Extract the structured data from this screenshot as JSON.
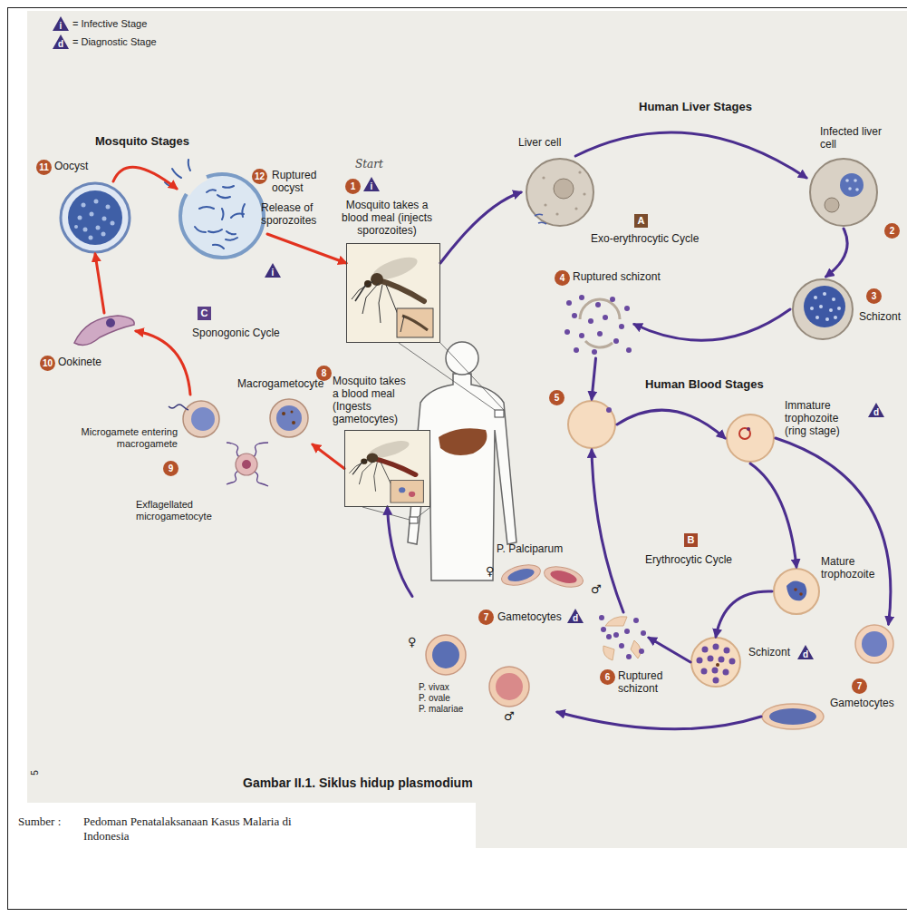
{
  "diagram": {
    "caption": "Gambar II.1. Siklus hidup plasmodium",
    "nodes": [
      {
        "text": [
          "12",
          "Ruptured oocyst",
          "Release of sporozoites"
        ]
      },
      {
        "text": [
          "1",
          "Mosquito takes a blood meal (injects sporozoites)"
        ]
      },
      {
        "text": [
          "Liver cell"
        ]
      },
      {
        "text": [
          "Infected liver cell",
          "2"
        ]
      },
      {
        "text": [
          "3",
          "Schizont"
        ]
      },
      {
        "text": [
          "4",
          "Ruptured schizont"
        ]
      },
      {
        "text": [
          "5"
        ]
      },
      {
        "text": [
          "Immature trophozoite (ring stage)"
        ]
      },
      {
        "text": [
          "Mature trophozoite"
        ]
      },
      {
        "text": [
          "Schizont"
        ]
      },
      {
        "text": [
          "6",
          "Ruptured schizont"
        ]
      },
      {
        "text": [
          "7",
          "Gametocytes"
        ]
      },
      {
        "text": [
          "P. Palciparum",
          "♀",
          "♂",
          "7",
          "Gametocytes",
          "♀",
          "♂",
          "P. vivax",
          "P. ovale",
          "P. malariae"
        ]
      },
      {
        "text": [
          "8",
          "Mosquito takes a blood meal (Ingests gametocytes)"
        ]
      },
      {
        "text": [
          "Macrogametocyte",
          "Microgamete entering macrogamete",
          "9",
          "Exflagellated microgametocyte"
        ]
      },
      {
        "text": [
          "10",
          "Ookinete"
        ]
      },
      {
        "text": [
          "11",
          "Oocyst"
        ]
      }
    ],
    "edges": [
      {
        "from": 0,
        "to": 1,
        "arrow": "to"
      },
      {
        "from": 1,
        "to": 2,
        "arrow": "to"
      },
      {
        "from": 2,
        "to": 3,
        "arrow": "to"
      },
      {
        "from": 3,
        "to": 4,
        "arrow": "to"
      },
      {
        "from": 4,
        "to": 5,
        "arrow": "to"
      },
      {
        "from": 5,
        "to": 6,
        "arrow": "to"
      },
      {
        "from": 6,
        "to": 7,
        "arrow": "to"
      },
      {
        "from": 7,
        "to": 8,
        "arrow": "to"
      },
      {
        "from": 8,
        "to": 9,
        "arrow": "to"
      },
      {
        "from": 9,
        "to": 10,
        "arrow": "to"
      },
      {
        "from": 10,
        "to": 6,
        "arrow": "to"
      },
      {
        "from": 7,
        "to": 11,
        "arrow": "to"
      },
      {
        "from": 11,
        "to": 12,
        "arrow": "to"
      },
      {
        "from": 12,
        "to": 13,
        "arrow": "to"
      },
      {
        "from": 13,
        "to": 14,
        "arrow": "to"
      },
      {
        "from": 14,
        "to": 15,
        "arrow": "to"
      },
      {
        "from": 15,
        "to": 16,
        "arrow": "to"
      },
      {
        "from": 16,
        "to": 0,
        "arrow": "to"
      }
    ],
    "labels": [
      "i",
      "d",
      "Mosquito Stages",
      "Start",
      "i",
      "i",
      "Human Liver Stages",
      "A",
      "Exo-erythrocytic Cycle",
      "Human Blood Stages",
      "d",
      "B",
      "Erythrocytic Cycle",
      "d",
      "d",
      "C",
      "Sponogonic Cycle",
      "5",
      "Sumber :",
      "Pedoman Penatalaksanaan Kasus Malaria di Indonesia"
    ],
    "legend": [
      {
        "text": "= Infective Stage"
      },
      {
        "text": "= Diagnostic Stage"
      }
    ]
  }
}
